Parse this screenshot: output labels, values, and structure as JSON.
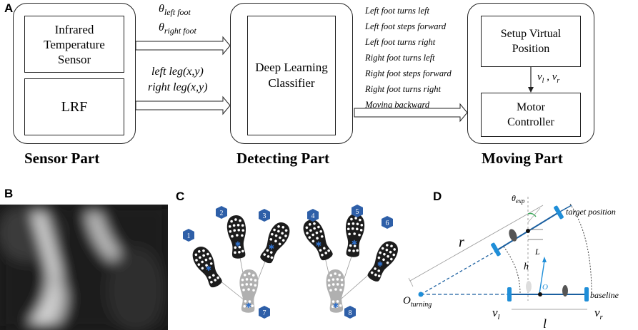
{
  "panels": {
    "a": "A",
    "b": "B",
    "c": "C",
    "d": "D"
  },
  "sensor_part": {
    "infrared_line1": "Infrared",
    "infrared_line2": "Temperature",
    "infrared_line3": "Sensor",
    "lrf": "LRF",
    "label": "Sensor Part"
  },
  "arrows_top": {
    "theta_symbol": "θ",
    "left_sub": "left foot",
    "right_sub": "right foot",
    "left_leg": "left leg(x,y)",
    "right_leg": "right leg(x,y)"
  },
  "detecting_part": {
    "classifier_line1": "Deep Learning",
    "classifier_line2": "Classifier",
    "label": "Detecting Part"
  },
  "classes": [
    "Left foot turns left",
    "Left foot steps forward",
    "Left foot turns right",
    "Right foot turns left",
    "Right foot steps forward",
    "Right foot turns right",
    "Moving backward"
  ],
  "moving_part": {
    "setup_line1": "Setup Virtual",
    "setup_line2": "Position",
    "motor_line1": "Motor",
    "motor_line2": "Controller",
    "velocities": "vl , vr",
    "label": "Moving Part"
  },
  "footsteps": {
    "badges": [
      "1",
      "2",
      "3",
      "4",
      "5",
      "6",
      "7",
      "8"
    ]
  },
  "geometry_labels": {
    "theta_exp": "θexp",
    "target_position": "target position",
    "r": "r",
    "L": "L",
    "h": "h",
    "O": "O",
    "O_turning": "Oturning",
    "baseline": "baseline",
    "vl": "vl",
    "vr": "vr",
    "l": "l"
  },
  "colors": {
    "badge_blue": "#2e5fa8",
    "wheel_blue": "#1f8ed8",
    "line_blue": "#1a5fa0",
    "shoe_dark": "#1c1c1c",
    "shoe_gray": "#b0b0b0"
  }
}
